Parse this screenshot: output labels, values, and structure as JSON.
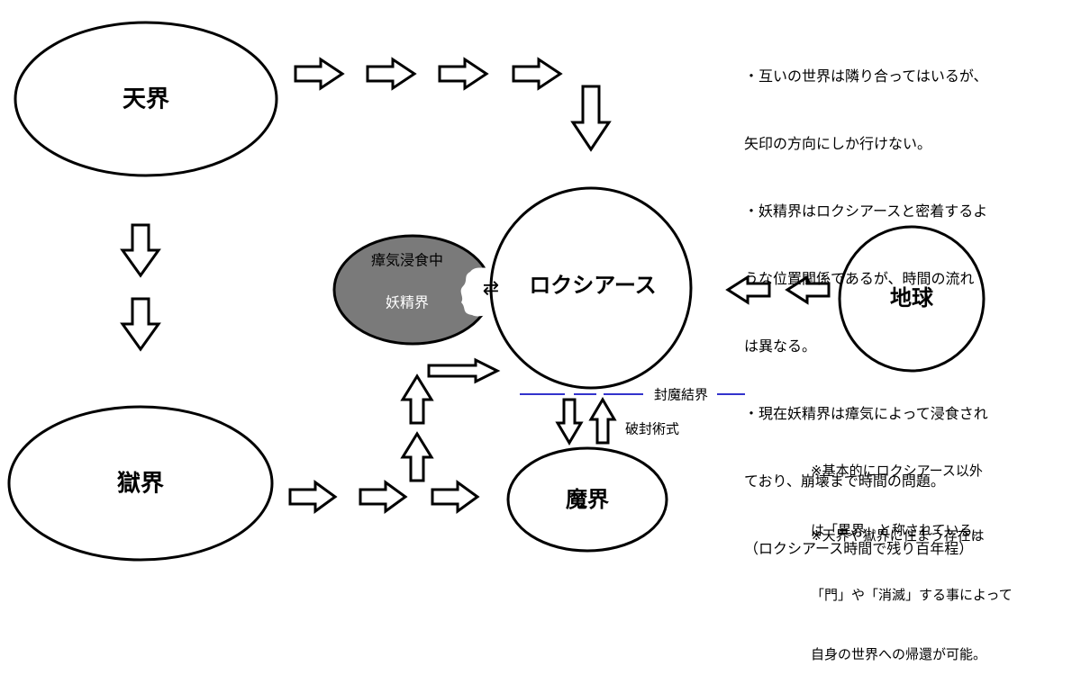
{
  "nodes": {
    "tenkai": "天界",
    "gokukai": "獄界",
    "makai": "魔界",
    "roxia": "ロクシアース",
    "chikyu": "地球",
    "yoseikai": "妖精界",
    "shouki": "瘴気浸食中"
  },
  "labels": {
    "barrier": "封魔結界",
    "break_seal": "破封術式"
  },
  "notes_top": [
    "・互いの世界は隣り合ってはいるが、",
    "矢印の方向にしか行けない。",
    "・妖精界はロクシアースと密着するよ",
    "うな位置関係であるが、時間の流れ",
    "は異なる。",
    "・現在妖精界は瘴気によって浸食され",
    "ており、崩壊まで時間の問題。",
    "（ロクシアース時間で残り百年程）"
  ],
  "notes_bottom1": [
    "※基本的にロクシアース以外",
    "は「異界」と称されている。"
  ],
  "notes_bottom2": [
    "※天界や獄界に住まう存在は",
    "「門」や「消滅」する事によって",
    "自身の世界への帰還が可能。"
  ],
  "swap_glyph": "⇄",
  "colors": {
    "barrier_line": "#3333cc",
    "fairy_fill": "#7a7a7a"
  }
}
